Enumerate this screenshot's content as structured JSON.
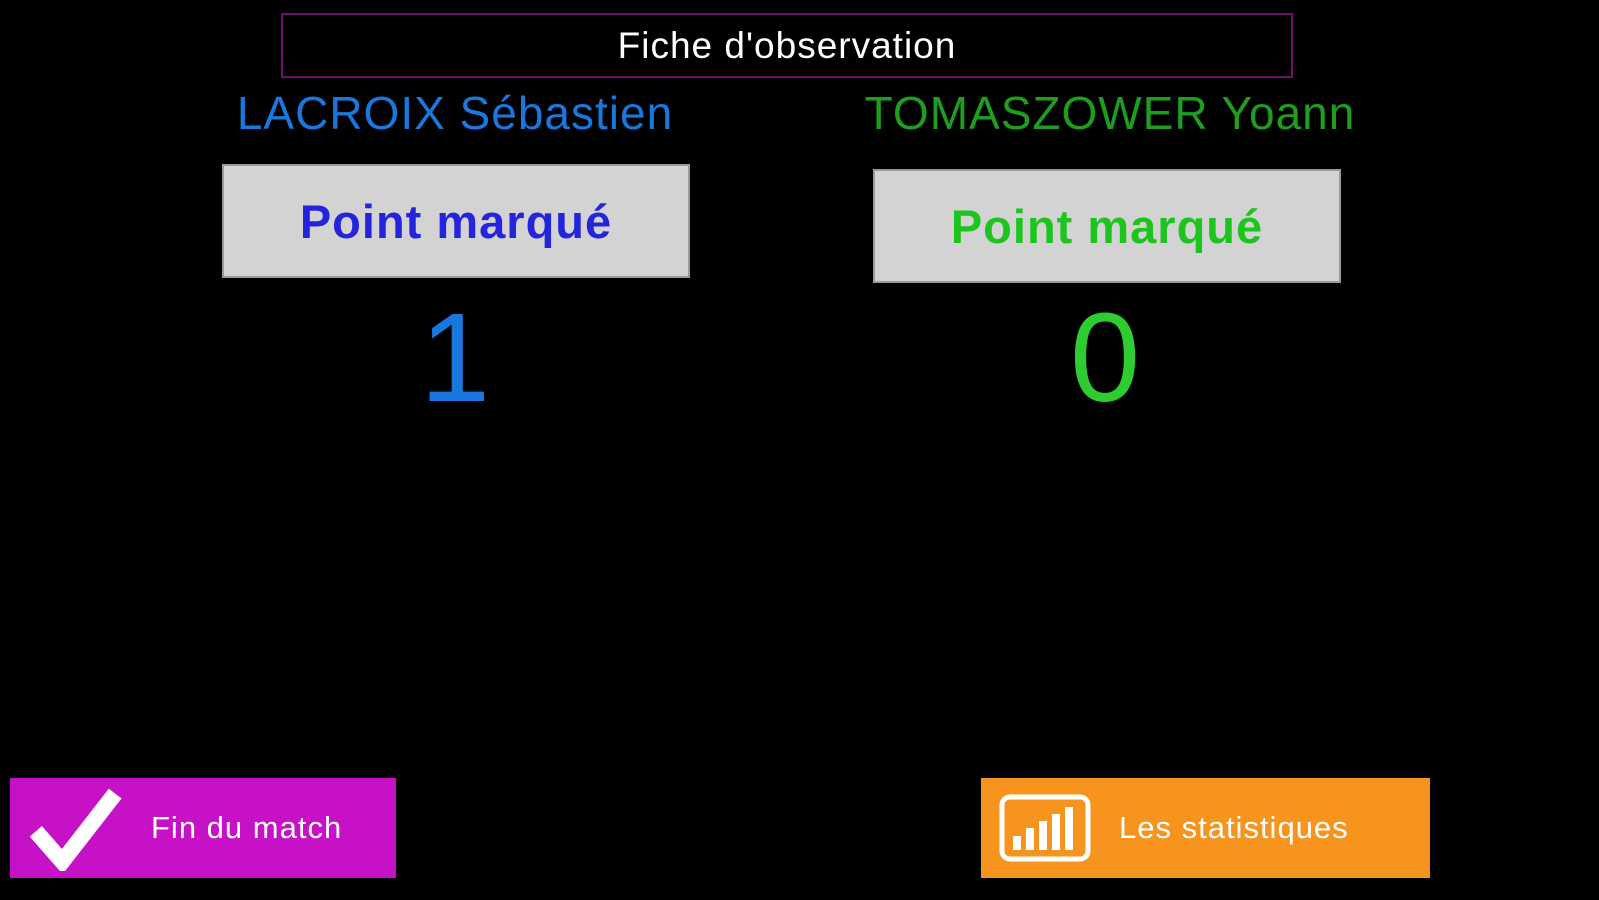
{
  "title": "Fiche d'observation",
  "players": [
    {
      "name": "LACROIX Sébastien",
      "name_color": "#1878dd",
      "point_button_label": "Point marqué",
      "button_text_color": "#2424dd",
      "score": "1",
      "score_color": "#1878dd"
    },
    {
      "name": "TOMASZOWER Yoann",
      "name_color": "#1e9e1e",
      "point_button_label": "Point marqué",
      "button_text_color": "#1ec41e",
      "score": "0",
      "score_color": "#2ecc2e"
    }
  ],
  "footer": {
    "end_match": {
      "label": "Fin du match",
      "background": "#c711c7",
      "icon": "checkmark-icon"
    },
    "statistics": {
      "label": "Les statistiques",
      "background": "#f7941d",
      "icon": "bar-chart-icon"
    }
  },
  "colors": {
    "page_background": "#000000",
    "title_border": "#6b116b",
    "title_text": "#ffffff",
    "point_button_background": "#d3d3d3",
    "footer_text": "#ffffff"
  }
}
